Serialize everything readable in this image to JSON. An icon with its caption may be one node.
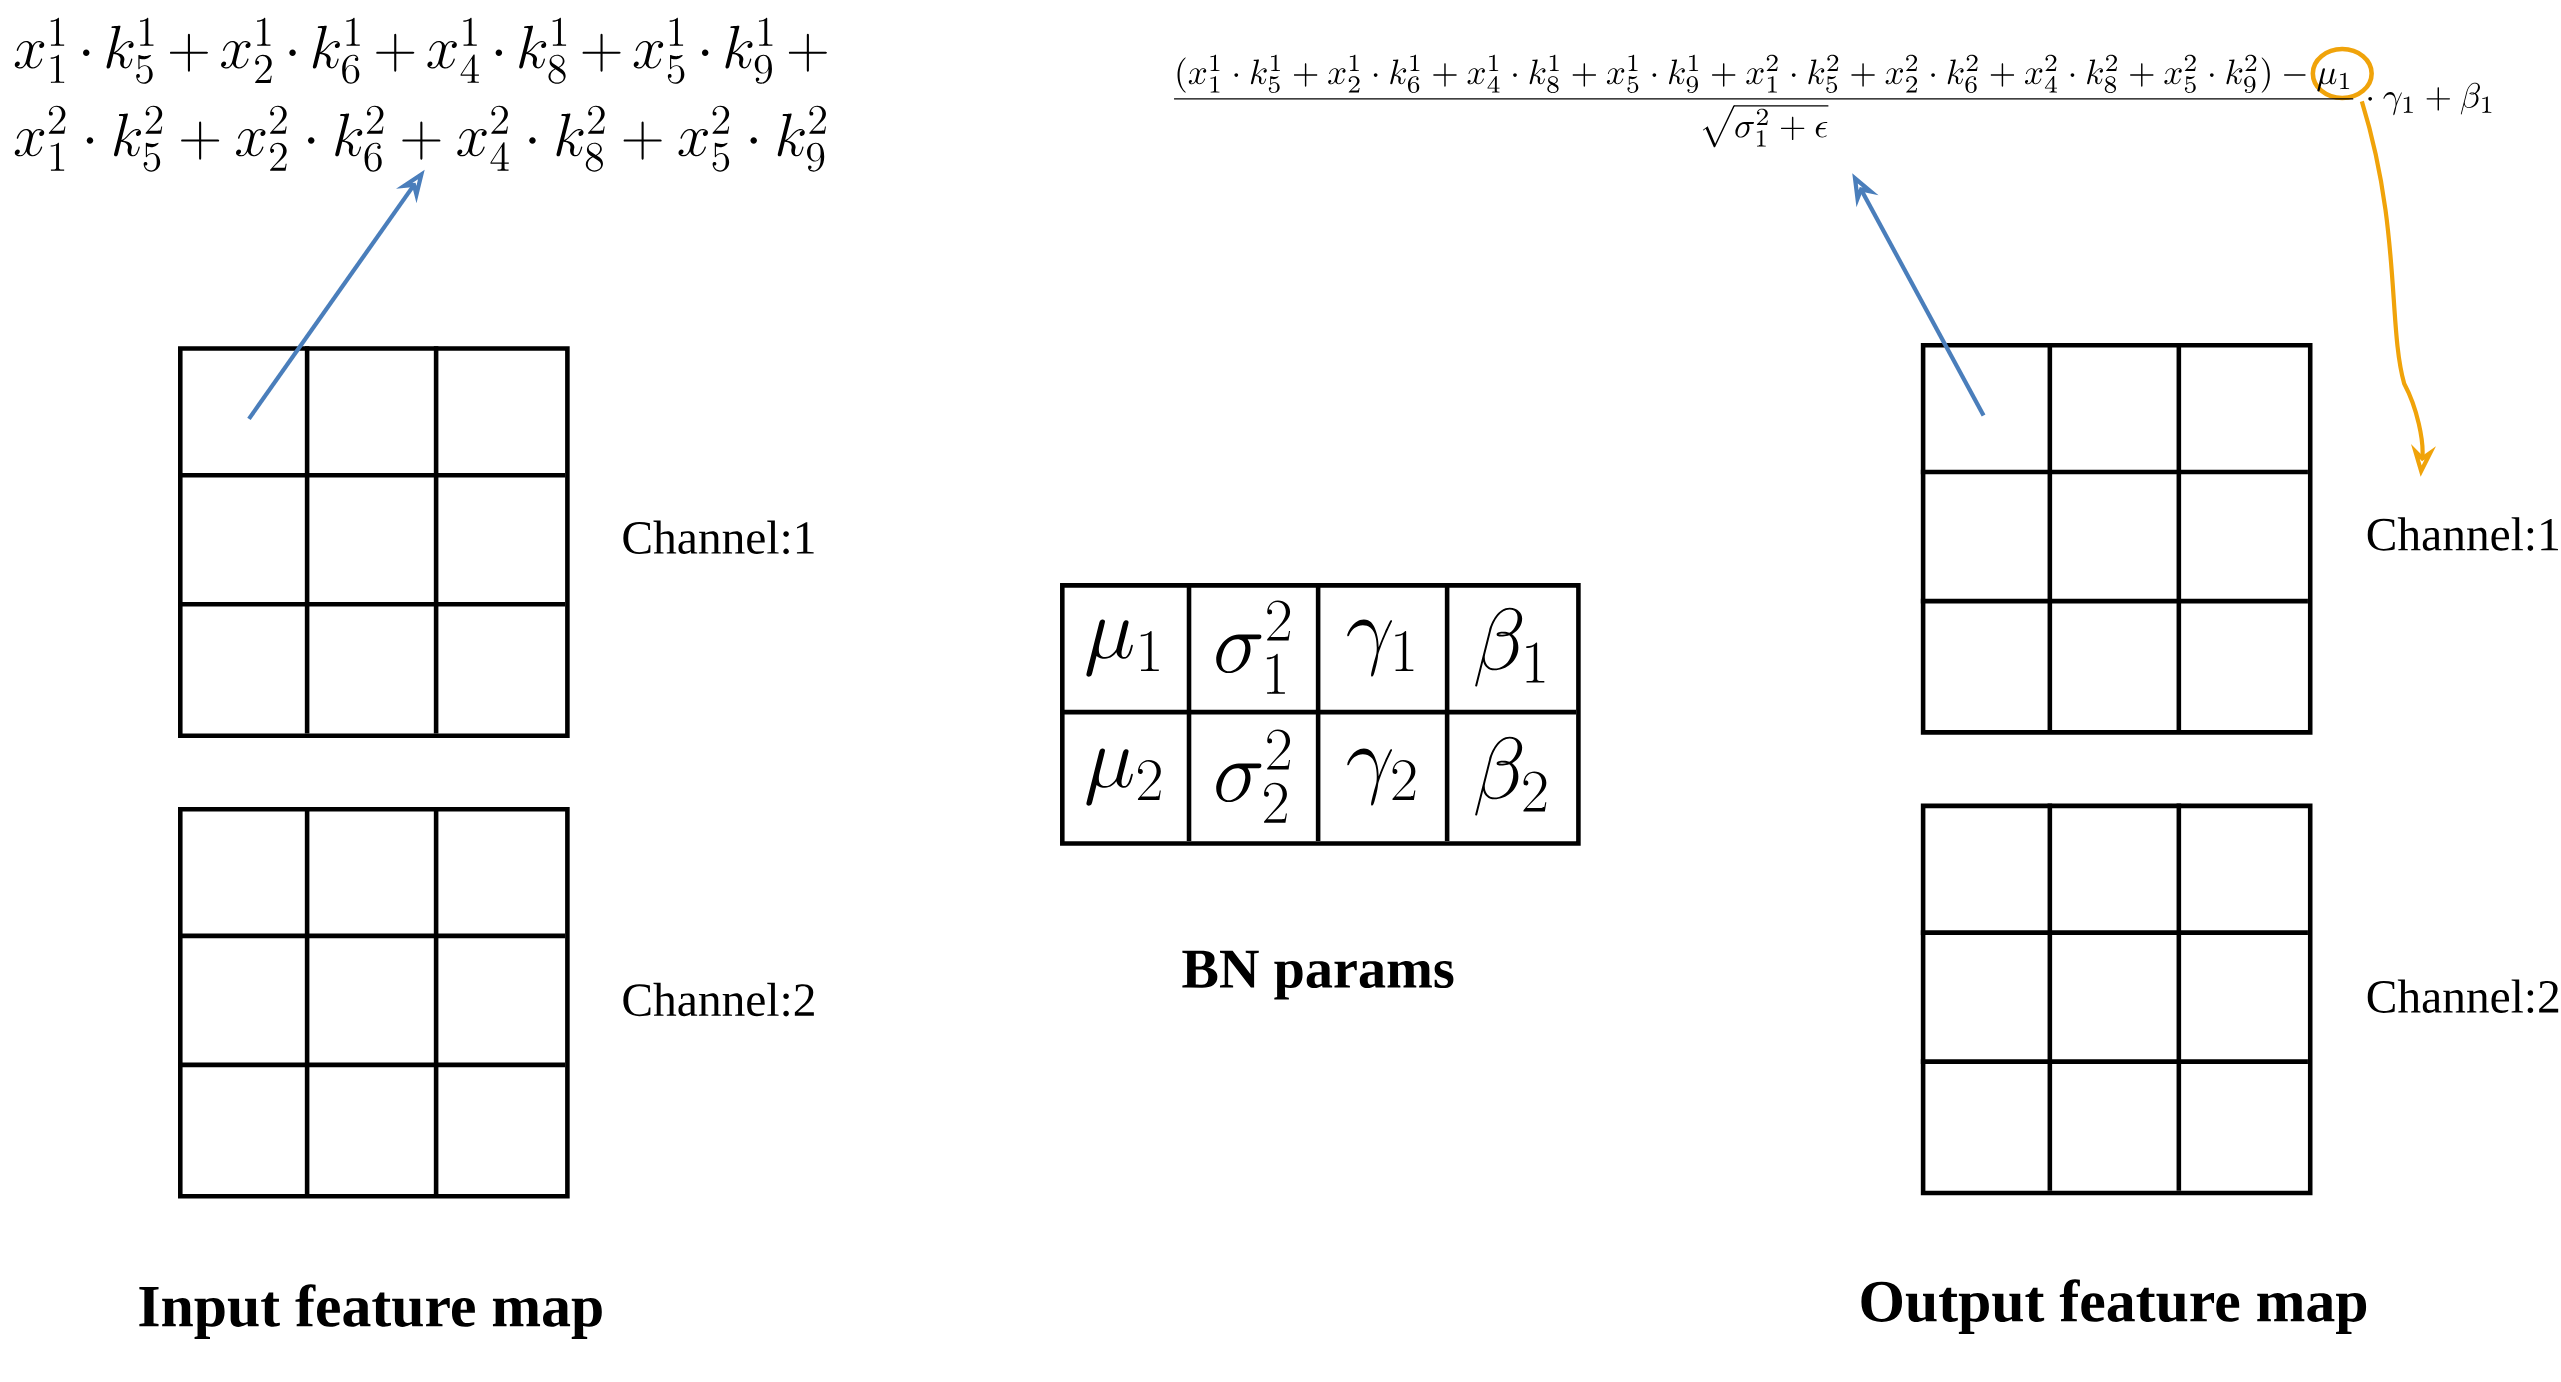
{
  "diagram": {
    "nodes": [
      {
        "text": [
          "x_1^1 \\cdot k_5^1 + x_2^1 \\cdot k_6^1 + x_4^1 \\cdot k_8^1 + x_5^1 \\cdot k_9^1 + x_1^2 \\cdot k_5^2 + x_2^2 \\cdot k_6^2 + x_4^2 \\cdot k_8^2 + x_5^2 \\cdot k_9^2"
        ]
      },
      {
        "text": [
          "\\frac{(x_1^1 \\cdot k_5^1 + x_2^1 \\cdot k_6^1 + x_4^1 \\cdot k_8^1 + x_5^1 \\cdot k_9^1 + x_1^2 \\cdot k_5^2 + x_2^2 \\cdot k_6^2 + x_4^2 \\cdot k_8^2 + x_5^2 \\cdot k_9^2) - \\mu_1}{\\sqrt{\\sigma_1^2 + \\epsilon}} \\cdot \\gamma_1 + \\beta_1"
        ]
      },
      {
        "text": [],
        "shape": "box",
        "beside": [
          "Channel:1"
        ]
      },
      {
        "text": [],
        "shape": "box",
        "beside": [
          "Channel:2"
        ]
      },
      {
        "text": [],
        "shape": "box",
        "beside": [
          "Channel:1"
        ]
      },
      {
        "text": [],
        "shape": "box",
        "beside": [
          "Channel:2"
        ]
      },
      {
        "text": [
          "\\mu_1",
          "\\sigma_1^2",
          "\\gamma_1",
          "\\beta_1",
          "\\mu_2",
          "\\sigma_2^2",
          "\\gamma_2",
          "\\beta_2"
        ],
        "beside": [
          "BN params"
        ]
      }
    ],
    "edges": [
      {
        "from": 2,
        "to": 0,
        "arrow": "to"
      },
      {
        "from": 4,
        "to": 1,
        "arrow": "to"
      },
      {
        "from": 1,
        "to": null,
        "arrow": "to",
        "color": "#f0a30a"
      }
    ],
    "labels": [
      "Input feature map",
      "Output feature map"
    ]
  }
}
